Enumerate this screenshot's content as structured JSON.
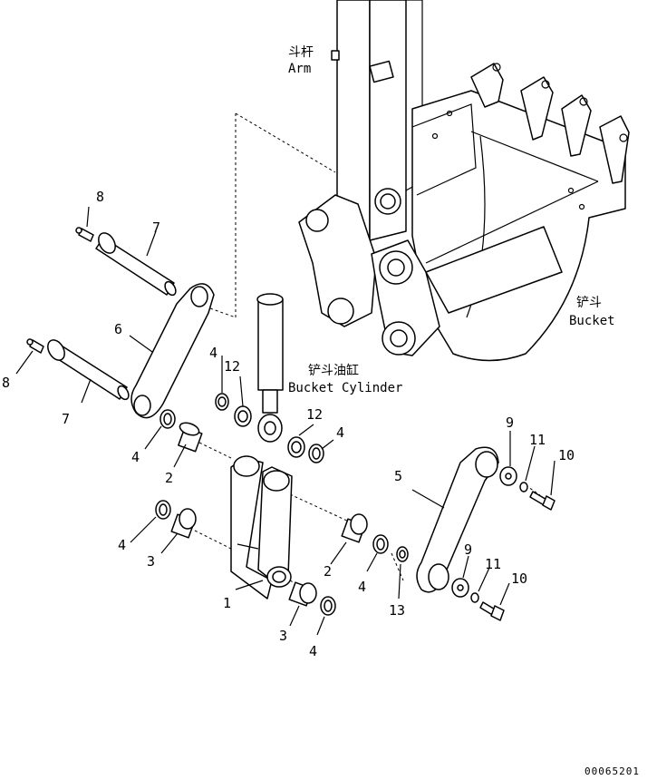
{
  "captions": {
    "arm_cn": "斗杆",
    "arm_en": "Arm",
    "bucket_cn": "铲斗",
    "bucket_en": "Bucket",
    "cylinder_cn": "铲斗油缸",
    "cylinder_en": "Bucket Cylinder"
  },
  "callouts": {
    "c1": "1",
    "c2a": "2",
    "c2b": "2",
    "c3a": "3",
    "c3b": "3",
    "c4a": "4",
    "c4b": "4",
    "c4c": "4",
    "c4d": "4",
    "c4e": "4",
    "c4f": "4",
    "c5": "5",
    "c6": "6",
    "c7a": "7",
    "c7b": "7",
    "c8a": "8",
    "c8b": "8",
    "c9a": "9",
    "c9b": "9",
    "c10a": "10",
    "c10b": "10",
    "c11a": "11",
    "c11b": "11",
    "c12a": "12",
    "c12b": "12",
    "c13": "13"
  },
  "drawing_code": "00065201"
}
